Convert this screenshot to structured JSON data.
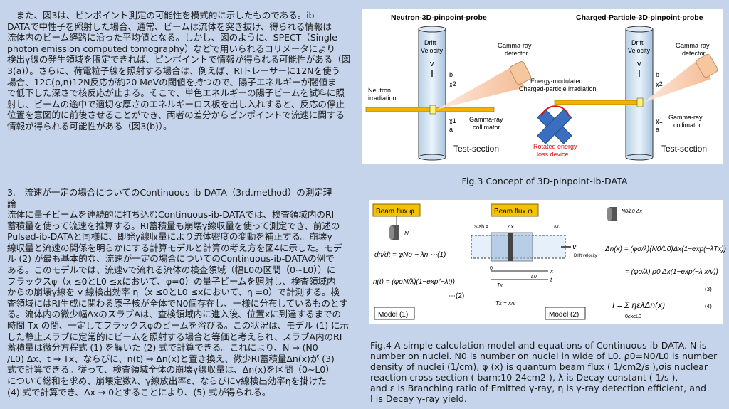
{
  "paragraph1": "　また、図3は、ピンポイント測定の可能性を模式的に示したものである。ib-\nDATAで中性子を照射した場合、通常、ビームは流体を突き抜け、得られる情報は\n流体内のビーム経路に沿った平均値となる。しかし、図のように、SPECT（Single\nphoton emission computed tomography）などで用いられるコリメータにより\n検出γ線の発生領域を限定できれば、ピンポイントで情報が得られる可能性がある（図\n3(a)）。さらに、荷電粒子線を照射する場合は、例えば、RIトレーサーに12Nを使う\n場合、12C(p,n)12N反応が約20 MeVの閾値を持つので、陽子エネルギーが閾値ま\nで低下した深さで核反応が止まる。そこで、単色エネルギーの陽子ビームを試料に照\n射し、ビームの途中で適切な厚さのエネルギーロス板を出し入れすると、反応の停止\n位置を意図的に前後させることができ、両者の差分からピンポイントで流速に関する\n情報が得られる可能性がある（図3(b)）。",
  "section3_title": "3.　流速が一定の場合についてのContinuous-ib-DATA（3rd.method）の測定理\n論",
  "paragraph2": "流体に量子ビームを連続的に打ち込むContinuous-ib-DATAでは、検査領域内のRI\n蓄積量を使って流速を推算する。RI蓄積量も崩壊γ線収量を使って測定でき、前述の\nPulsed-ib-DATAと同様に、即発γ線収量により流体密度の変動を補正する。崩壊γ\n線収量と流速の関係を明らかにする計算モデルと計算の考え方を図4に示した。モデ\nル (2) が最も基本的な、流速が一定の場合についてのContinuous-ib-DATAの例で\nある。このモデルでは、流速vで流れる流体の検査領域（幅L0の区間（0~L0））に\nフラックスφ（x ≤0とL0 ≤xにおいて、φ=0）の量子ビームを照射し、検査領域内\nからの崩壊γ線を γ 線検出効率 η（x ≤0とL0 ≤xにおいて、η =0）で計測する。検\n査領域にはRI生成に関わる原子核が全体でN0個存在し、一様に分布しているものとす\nる。流体内の微少幅ΔxのスラブAは、査検領域内に進入後、位置xに到達するまでの\n時間 Tx の間、一定してフラックスφのビームを浴びる。この状況は、モデル (1) に示\nした静止スラブに定常的にビームを照射する場合と等価と考えられ、スラブA内のRI\n蓄積量は微分方程式 (1) を解いた (2) 式で計算できる。これにより、N → (N0\n/L0) Δx、t → Tx、ならびに、n(t) → Δn(x)と置き換え、微少RI蓄積量Δn(x)が (3)\n式で計算できる。従って、検査領域全体の崩壊γ線収量は、Δn(x)を区間（0~L0）\nについて総和を求め、崩壊定数λ、γ線放出率ε、ならびにγ線検出効率ηを掛けた\n(4) 式で計算でき、Δx → 0とすることにより、(5) 式が得られる。",
  "fig3": {
    "caption": "Fig.3 Concept of 3D-pinpoint-ib-DATA",
    "left_title": "Neutron-3D-pinpoint-probe",
    "right_title": "Charged-Particle-3D-pinpoint-probe",
    "drift_velocity": "Drift\nVelocity",
    "v": "v",
    "gamma_detector": "Gamma-ray\ndetector",
    "neutron_irradiation": "Neutron\nirradiation",
    "gamma_collimator": "Gamma-ray\ncollimator",
    "test_section": "Test-section",
    "energy_modulated": "Energy-modulated\nCharged-particle irradiation",
    "rotated_device": "Rotated energy\nloss device",
    "b": "b",
    "x2": "χ2",
    "x1": "χ1",
    "a": "a"
  },
  "fig4": {
    "caption": "Fig.4 A simple calculation model and equations of Continuous ib-DATA. N is\nnumber on nuclei. N0 is number on nuclei in wide of L0. ρ0=N0/L0 is number\ndensity of nuclei (1/cm), φ (x) is quantum beam flux ( 1/cm2/s ),σis nuclear\nreaction cross section  ( barn:10-24cm2 ),  λ  is Decay constant  ( 1/s ),\nand ε is Branching ratio of Emitted γ-ray, η is γ-ray detection efficient, and\nI is Decay γ-ray yield.",
    "beam_flux": "Beam flux φ",
    "model1": "Model (1)",
    "model2": "Model (2)",
    "eq1": "dn/dt = φNσ − λn   ⋯(1)",
    "eq2": "n(t) = (φσN/λ)(1−exp(−λt))",
    "eq2_num": "⋯(2)",
    "eq3a": "Δn(x) = (φσ/λ)(N0/L0)Δx(1−exp(−λTx))",
    "eq3b": "= (φσ/λ) ρ0 Δx(1−exp(−λ x/v))",
    "eq3_num": "(3)",
    "eq4": "I = Σ ηελΔn(x)",
    "eq4_sub": "0≤x≤L0",
    "eq4_num": "(4)",
    "drift_velocity": "Drift velocity",
    "slab_a": "Slab A",
    "n_label": "N",
    "n0_label": "N0",
    "l0_label": "L0",
    "dx_label": "Δx",
    "tx_label": "Tx",
    "tx_eq": "Tx = x/v",
    "x_axis": "x",
    "t_axis": "t",
    "zero": "0"
  }
}
